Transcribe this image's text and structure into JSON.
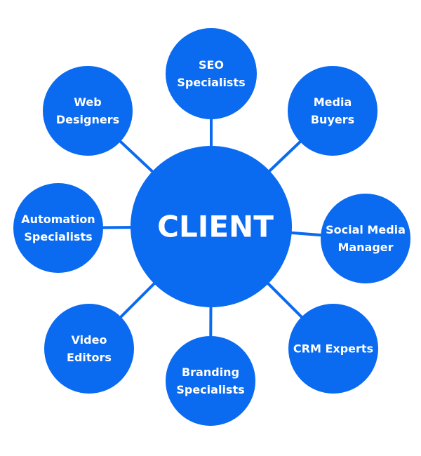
{
  "colors": {
    "node_fill": "#0A6AF0",
    "connector": "#0A6AF0",
    "label": "#ffffff",
    "background": "#ffffff"
  },
  "hub": {
    "label": "CLIENT"
  },
  "satellites": [
    {
      "id": "seo-specialists",
      "lines": [
        "SEO",
        "Specialists"
      ]
    },
    {
      "id": "media-buyers",
      "lines": [
        "Media",
        "Buyers"
      ]
    },
    {
      "id": "social-media-manager",
      "lines": [
        "Social Media",
        "Manager"
      ]
    },
    {
      "id": "crm-experts",
      "lines": [
        "CRM Experts"
      ]
    },
    {
      "id": "branding-specialists",
      "lines": [
        "Branding",
        "Specialists"
      ]
    },
    {
      "id": "video-editors",
      "lines": [
        "Video",
        "Editors"
      ]
    },
    {
      "id": "automation-specialists",
      "lines": [
        "Automation",
        "Specialists"
      ]
    },
    {
      "id": "web-designers",
      "lines": [
        "Web",
        "Designers"
      ]
    }
  ]
}
